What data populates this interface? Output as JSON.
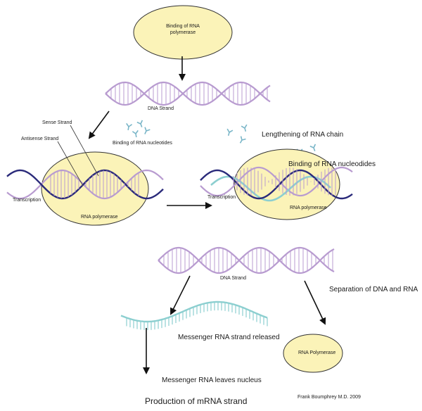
{
  "labels": {
    "binding_polymerase": "Binding of RNA polymerase",
    "dna_strand_top": "DNA Strand",
    "sense_strand": "Sense Strand",
    "antisense_strand": "Antisense Strand",
    "binding_nucleotides_small": "Binding of RNA nucleotides",
    "lengthening": "Lengthening of RNA chain",
    "binding_nucleotides_large": "Binding of RNA nucleodides",
    "transcription_left": "Transcription",
    "rna_polymerase_left": "RNA polymerase",
    "transcription_right": "Transcription",
    "rna_polymerase_right": "RNA polymerase",
    "dna_strand_bottom": "DNA Strand",
    "separation": "Separation of DNA and RNA",
    "mrna_released": "Messenger RNA strand released",
    "rna_polymerase_released": "RNA Polymerase",
    "mrna_leaves": "Messenger RNA leaves nucleus",
    "credit": "Frank Boumphrey M.D. 2009",
    "title": "Production of mRNA strand"
  },
  "colors": {
    "dna_light": "#b89bd0",
    "dna_dark": "#2a2a7a",
    "rna": "#8ccfd0",
    "nucleotide": "#7ab6c8",
    "enzyme_fill": "#fbf3b8",
    "enzyme_stroke": "#333333",
    "arrow": "#111111"
  }
}
